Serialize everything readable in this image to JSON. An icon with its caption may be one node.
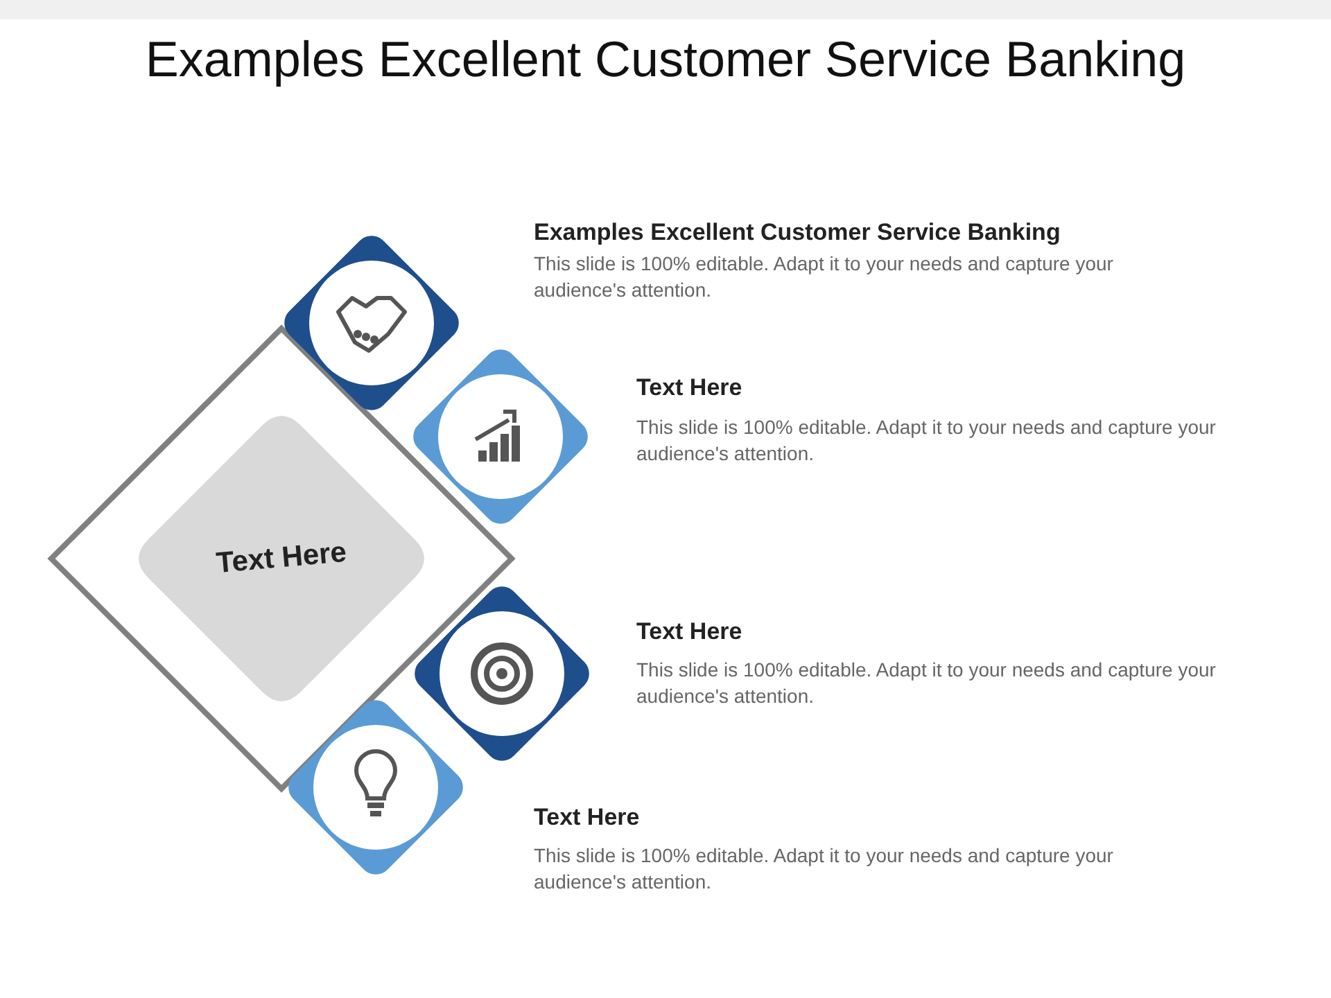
{
  "diagram": {
    "title": "Examples Excellent Customer Service Banking",
    "nodes": [
      {
        "text": [
          "Text Here"
        ]
      }
    ],
    "labels": [
      "Examples Excellent Customer Service Banking",
      "This slide is 100% editable. Adapt it to your needs and capture your audience's attention.",
      "Text Here",
      "This slide is 100% editable. Adapt it to your needs and capture your audience's attention.",
      "Text Here",
      "This slide is 100% editable. Adapt it to your needs and capture your audience's attention.",
      "Text Here",
      "This slide is 100% editable. Adapt it to your needs and capture your audience's attention."
    ]
  }
}
